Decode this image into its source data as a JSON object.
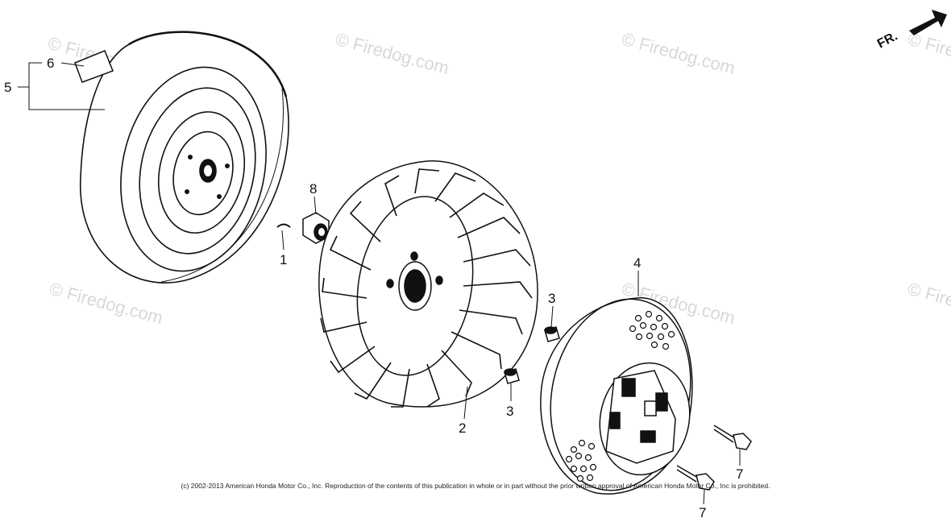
{
  "callouts": {
    "c1": "1",
    "c2": "2",
    "c3a": "3",
    "c3b": "3",
    "c4": "4",
    "c5": "5",
    "c6": "6",
    "c7a": "7",
    "c7b": "7",
    "c8": "8"
  },
  "direction_label": "FR.",
  "watermark": "© Firedog.com",
  "copyright": "(c) 2002-2013 American Honda Motor Co., Inc. Reproduction of the contents of this publication in whole or in part without the prior written approval of American Honda Motor Co., Inc is prohibited."
}
